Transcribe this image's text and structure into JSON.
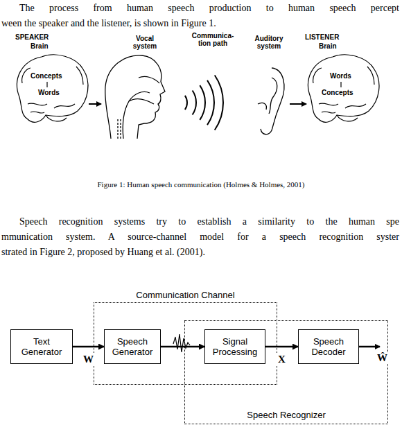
{
  "diagram": {
    "caption": "Figure 1: Human speech communication (Holmes & Holmes, 2001)",
    "nodes": [
      {
        "text": [
          "Text Generator"
        ]
      },
      {
        "text": [
          "Communication Channel"
        ]
      },
      {
        "text": [
          "Speech Generator"
        ],
        "in": 1
      },
      {
        "text": [
          "Speech Recognizer"
        ]
      },
      {
        "text": [
          "Signal Processing"
        ],
        "in": 3
      },
      {
        "text": [
          "Speech Decoder"
        ],
        "in": 3
      }
    ],
    "edges": [
      {
        "from": 0,
        "to": 2,
        "label": "W",
        "arrow": "to"
      },
      {
        "from": 2,
        "to": 4,
        "arrow": "to"
      },
      {
        "from": 4,
        "to": 5,
        "label": "X",
        "arrow": "to"
      }
    ],
    "labels": [
      "The process from human speech production to human speech percept",
      "ween the speaker and the listener, is shown in Figure 1.",
      "SPEAKER",
      "Brain",
      "Concepts",
      "Words",
      "Vocal system",
      "Communica- tion path",
      "Auditory system",
      "LISTENER",
      "Brain",
      "Words",
      "Concepts",
      "Speech recognition systems try to establish a similarity to the human spe",
      "mmunication system.  A source-channel model for a speech recognition syster",
      "strated in Figure 2, proposed by Huang et al. (2001).",
      "Ŵ"
    ]
  }
}
